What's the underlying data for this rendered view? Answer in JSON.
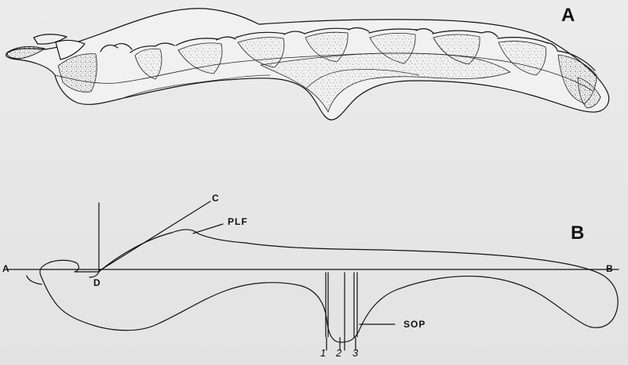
{
  "figure": {
    "panel_a_label": "A",
    "panel_b_label": "B",
    "labels": {
      "a": "A",
      "b": "B",
      "c": "C",
      "d": "D",
      "plf": "PLF",
      "sop": "SOP",
      "n1": "1",
      "n2": "2",
      "n3": "3"
    }
  }
}
